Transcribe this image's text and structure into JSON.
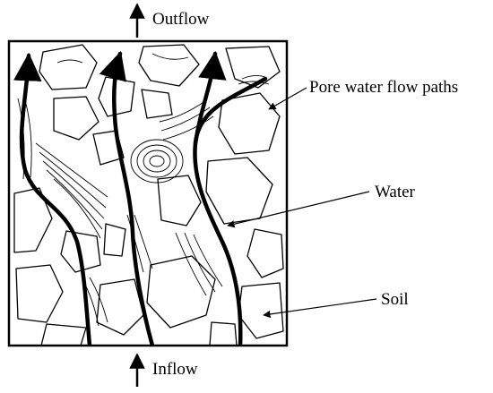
{
  "labels": {
    "outflow": "Outflow",
    "inflow": "Inflow",
    "flow_paths": "Pore water flow paths",
    "water": "Water",
    "soil": "Soil"
  },
  "colors": {
    "line": "#000000",
    "background": "#ffffff"
  }
}
